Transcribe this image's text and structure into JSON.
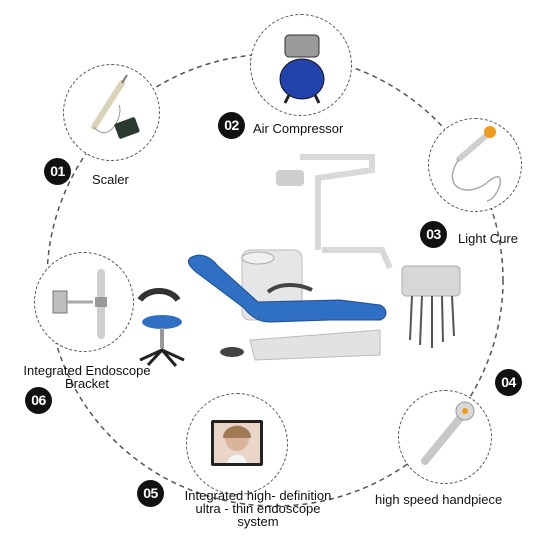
{
  "features": [
    {
      "number": "01",
      "label": [
        "Scaler"
      ],
      "icon": "scaler-icon"
    },
    {
      "number": "02",
      "label": [
        "Air Compressor"
      ],
      "icon": "air-compressor-icon"
    },
    {
      "number": "03",
      "label": [
        "Light Cure"
      ],
      "icon": "light-cure-icon"
    },
    {
      "number": "04",
      "label": [
        "high speed handpiece"
      ],
      "icon": "handpiece-icon"
    },
    {
      "number": "05",
      "label": [
        "Integrated high- definition",
        "ultra - thin endoscope",
        "system"
      ],
      "icon": "endoscope-monitor-icon"
    },
    {
      "number": "06",
      "label": [
        "Integrated Endoscope",
        "Bracket"
      ],
      "icon": "endoscope-bracket-icon"
    }
  ],
  "colors": {
    "chair_blue": "#2f6fc4",
    "badge_black": "#111111",
    "ring_line": "#555555"
  }
}
